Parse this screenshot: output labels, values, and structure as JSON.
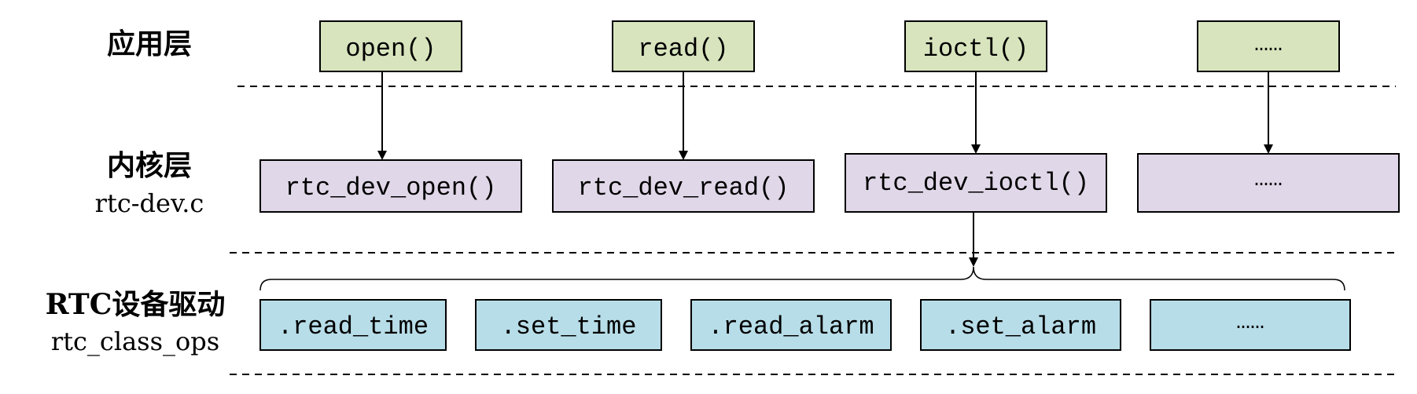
{
  "colors": {
    "app_box": "#d7e4bd",
    "kernel_box": "#e0d7e8",
    "driver_box": "#b7dde8",
    "line": "#000000"
  },
  "layers": {
    "app": {
      "title": "应用层"
    },
    "kernel": {
      "title": "内核层",
      "subtitle": "rtc-dev.c"
    },
    "driver": {
      "title": "RTC设备驱动",
      "subtitle": "rtc_class_ops"
    }
  },
  "app_calls": [
    "open()",
    "read()",
    "ioctl()",
    "……"
  ],
  "kernel_funcs": [
    "rtc_dev_open()",
    "rtc_dev_read()",
    "rtc_dev_ioctl()",
    "……"
  ],
  "driver_ops": [
    ".read_time",
    ".set_time",
    ".read_alarm",
    ".set_alarm",
    "……"
  ]
}
